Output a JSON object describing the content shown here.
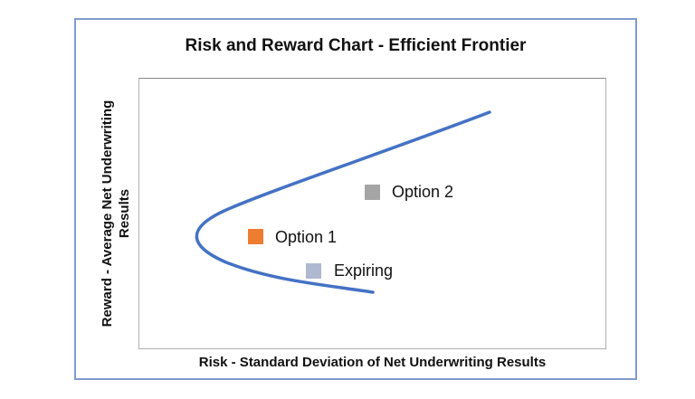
{
  "chart_data": {
    "type": "scatter",
    "title": "Risk and Reward Chart - Efficient Frontier",
    "xlabel": "Risk - Standard Deviation of Net Underwriting Results",
    "ylabel": "Reward - Average Net Underwriting Results",
    "grid": false,
    "legend": "none (points labeled directly)",
    "series": [
      {
        "name": "Efficient Frontier",
        "kind": "curve",
        "color": "#4472c4",
        "shape": "sideways parabola opening right",
        "points": [
          [
            0.75,
            0.88
          ],
          [
            0.34,
            0.54
          ],
          [
            0.12,
            0.41
          ],
          [
            0.35,
            0.23
          ],
          [
            0.5,
            0.21
          ]
        ]
      },
      {
        "name": "Option 1",
        "kind": "point",
        "color": "#ed7d31",
        "x": 0.25,
        "y": 0.41
      },
      {
        "name": "Option 2",
        "kind": "point",
        "color": "#a5a5a5",
        "x": 0.5,
        "y": 0.58
      },
      {
        "name": "Expiring",
        "kind": "point",
        "color": "#aeb9d0",
        "x": 0.37,
        "y": 0.29
      }
    ],
    "xlim": [
      0,
      1
    ],
    "ylim": [
      0,
      1
    ],
    "axis_ticks": "none"
  },
  "labels": {
    "title": "Risk and Reward Chart - Efficient Frontier",
    "ylabel_line1": "Reward - Average Net Underwriting",
    "ylabel_line2": "Results",
    "xlabel": "Risk - Standard Deviation of Net Underwriting Results",
    "option1": "Option 1",
    "option2": "Option 2",
    "expiring": "Expiring"
  },
  "colors": {
    "frame": "#7f9bd1",
    "curve": "#4472c4",
    "option1": "#ed7d31",
    "option2": "#a5a5a5",
    "expiring": "#aeb9d0"
  }
}
